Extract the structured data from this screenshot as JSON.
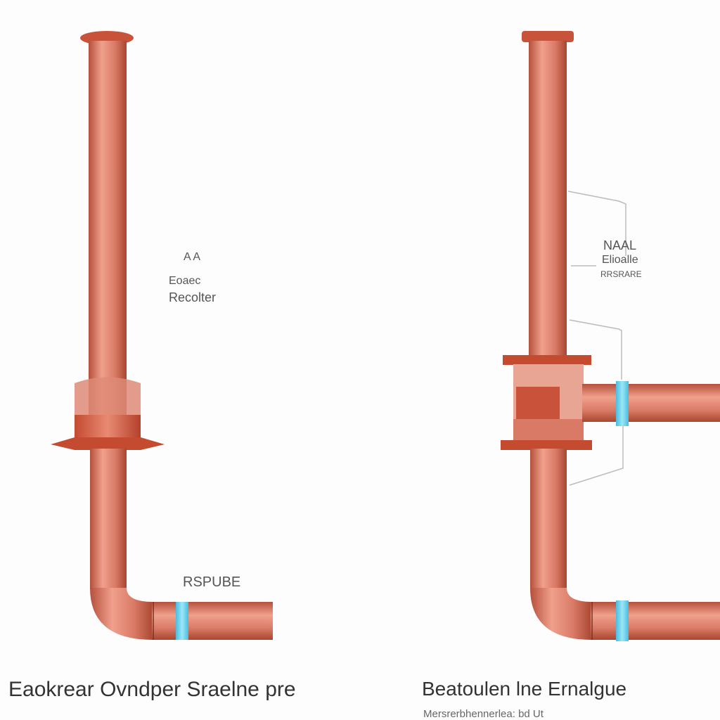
{
  "colors": {
    "background": "#fdfdfd",
    "pipe_copper": "#d97a66",
    "pipe_copper_dark": "#b5503c",
    "pipe_copper_light": "#f0a08c",
    "flange": "#c9533a",
    "ring_blue": "#5fd0ec",
    "leader_line": "#bbbbbb",
    "text": "#555555"
  },
  "left_diagram": {
    "labels": {
      "top": "A A",
      "middle": "Eoaec",
      "bottom": "Recolter",
      "lower": "RSPUBE"
    },
    "title": "Eaokrear Ovndper Sraelne pre"
  },
  "right_diagram": {
    "labels": {
      "top": "NAAL",
      "middle": "Elioalle",
      "bottom": "RRSRARE"
    },
    "title": "Beatoulen lne Ernalgue",
    "subtitle": "Mersrerbhennerlea: bd Ut"
  }
}
